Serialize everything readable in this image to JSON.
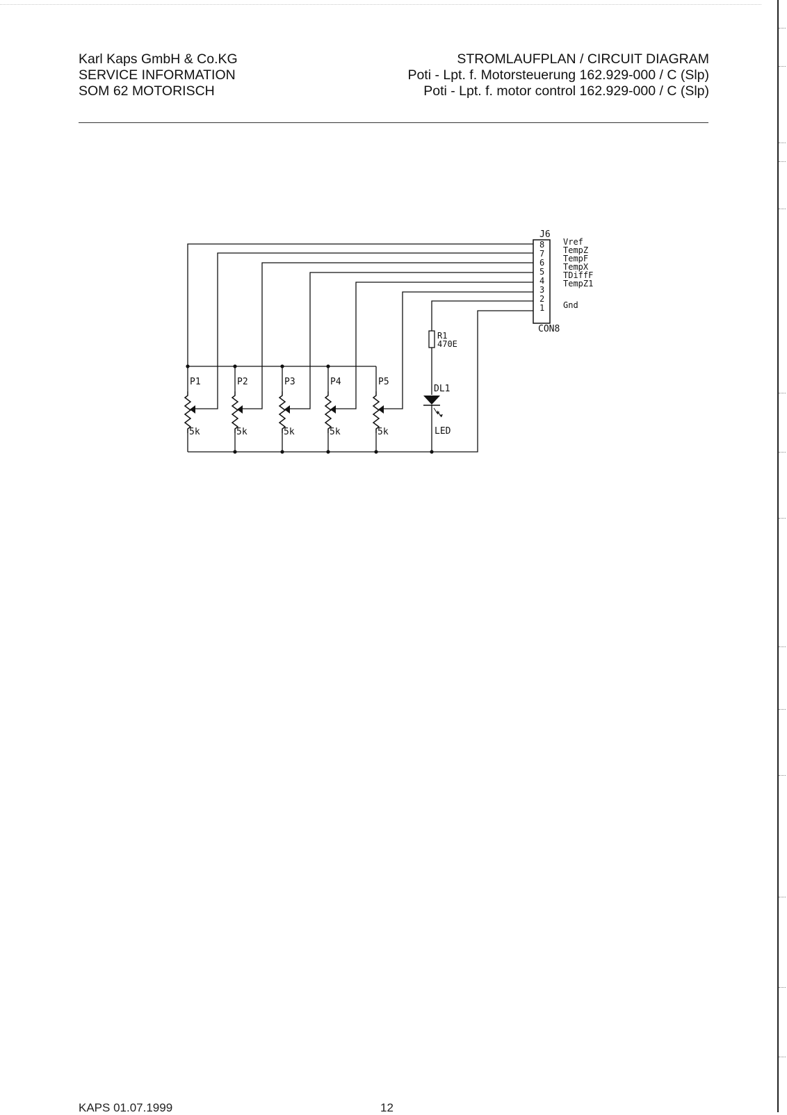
{
  "header": {
    "left": [
      "Karl Kaps GmbH & Co.KG",
      "SERVICE INFORMATION",
      "SOM 62 MOTORISCH"
    ],
    "right": [
      "STROMLAUFPLAN / CIRCUIT DIAGRAM",
      "Poti - Lpt. f. Motorsteuerung 162.929-000 / C (Slp)",
      "Poti - Lpt. f. motor control 162.929-000 / C (Slp)"
    ]
  },
  "schematic": {
    "connector": {
      "ref": "J6",
      "type": "CON8",
      "pins": [
        "8",
        "7",
        "6",
        "5",
        "4",
        "3",
        "2",
        "1"
      ],
      "signals": [
        "Vref",
        "TempZ",
        "TempF",
        "TempX",
        "TDiffF",
        "TempZ1",
        "",
        "Gnd"
      ]
    },
    "potentiometers": [
      {
        "ref": "P1",
        "value": "5k"
      },
      {
        "ref": "P2",
        "value": "5k"
      },
      {
        "ref": "P3",
        "value": "5k"
      },
      {
        "ref": "P4",
        "value": "5k"
      },
      {
        "ref": "P5",
        "value": "5k"
      }
    ],
    "resistor": {
      "ref": "R1",
      "value": "470E"
    },
    "led": {
      "ref": "DL1",
      "value": "LED"
    }
  },
  "footer": {
    "date": "KAPS 01.07.1999",
    "page": "12"
  }
}
